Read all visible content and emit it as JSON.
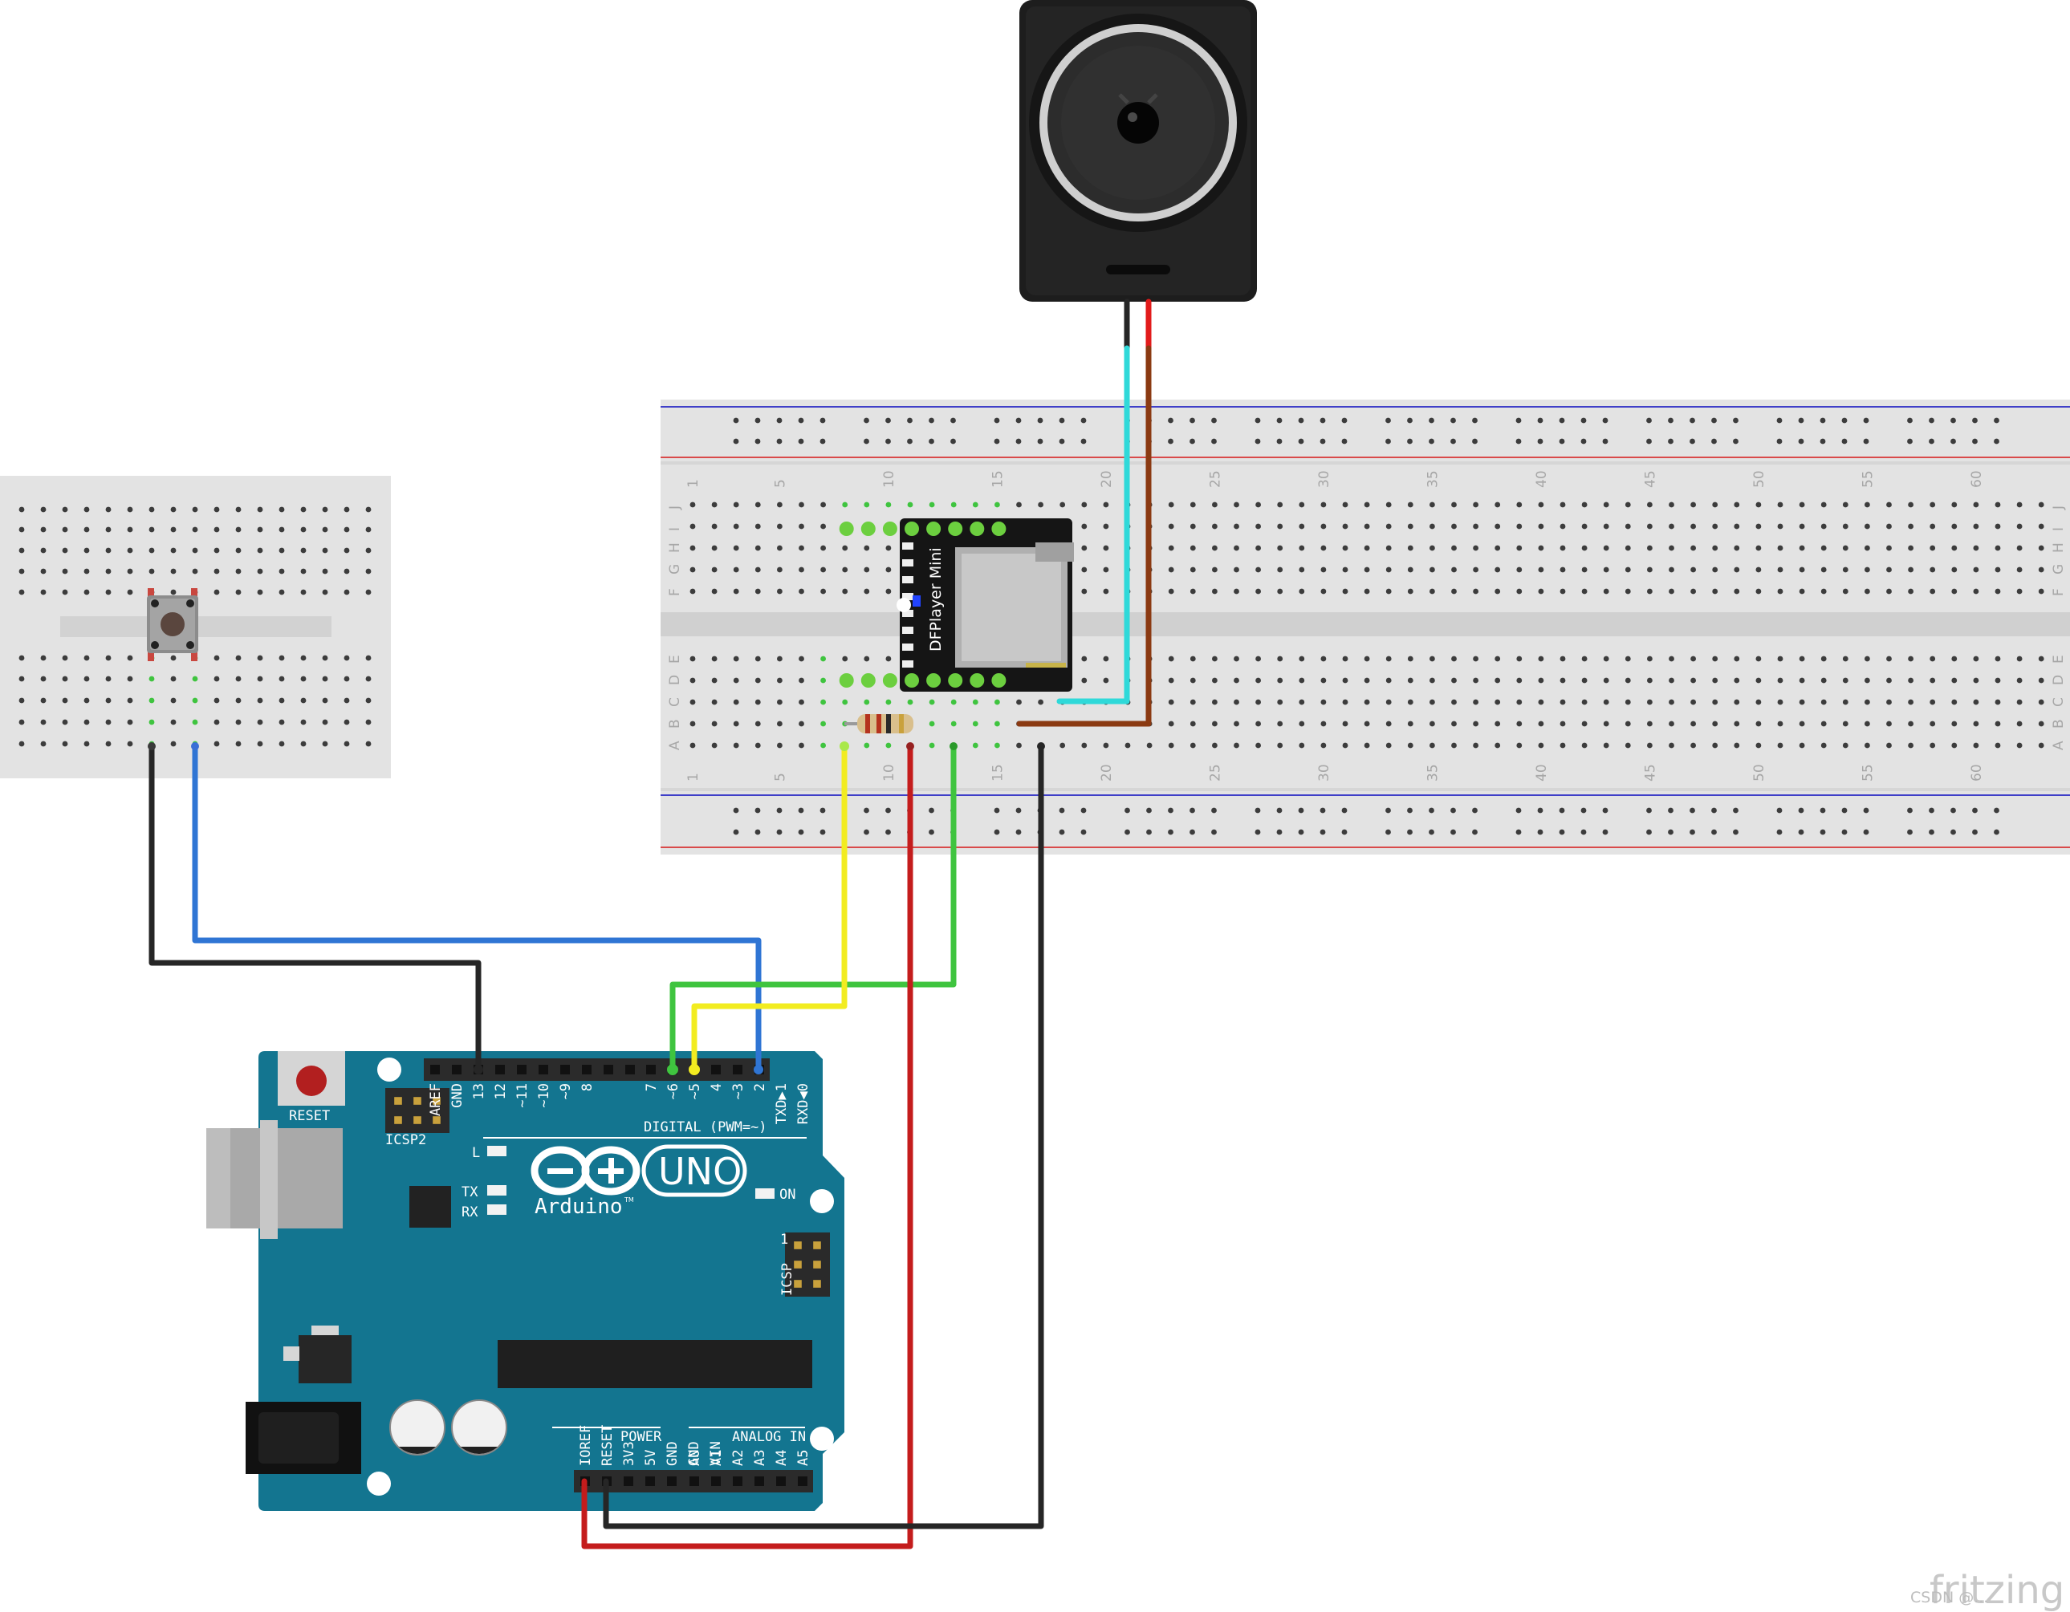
{
  "colors": {
    "breadboard": "#e3e3e3",
    "hole": "#3c3c3c",
    "arduino_board": "#137590",
    "rail_red": "#d94a4a",
    "rail_blue": "#3f3fc8",
    "wire_black": "#262626",
    "wire_blue": "#2f75d4",
    "wire_green": "#3fc43f",
    "wire_yellow": "#f2ec20",
    "wire_red": "#c41c1c",
    "wire_cyan": "#2fd9d9",
    "wire_brown": "#8b3a12"
  },
  "breadboard": {
    "row_letters": [
      "J",
      "I",
      "H",
      "G",
      "F",
      "E",
      "D",
      "C",
      "B",
      "A"
    ],
    "column_numbers": [
      "1",
      "5",
      "10",
      "15",
      "20",
      "25",
      "30",
      "35",
      "40",
      "45",
      "50",
      "55",
      "60"
    ]
  },
  "dfplayer": {
    "label": "DFPlayer Mini"
  },
  "arduino": {
    "reset_label": "RESET",
    "icsp2_label": "ICSP2",
    "icsp_label": "ICSP",
    "icsp_pin1": "1",
    "logo_text": "Arduino",
    "tm": "TM",
    "uno_text": "UNO",
    "led_l": "L",
    "led_tx": "TX",
    "led_rx": "RX",
    "led_on": "ON",
    "digital_header": "DIGITAL (PWM=~)",
    "power_header": "POWER",
    "analog_header": "ANALOG IN",
    "digital_pins": [
      "AREF",
      "GND",
      "13",
      "12",
      "~11",
      "~10",
      "~9",
      "8",
      "7",
      "~6",
      "~5",
      "4",
      "~3",
      "2",
      "TXD▶1",
      "RXD◀0"
    ],
    "power_pins": [
      "IOREF",
      "RESET",
      "3V3",
      "5V",
      "GND",
      "GND",
      "VIN"
    ],
    "analog_pins": [
      "A0",
      "A1",
      "A2",
      "A3",
      "A4",
      "A5"
    ]
  },
  "footer": {
    "brand": "fritzing",
    "watermark": "CSDN @..."
  }
}
